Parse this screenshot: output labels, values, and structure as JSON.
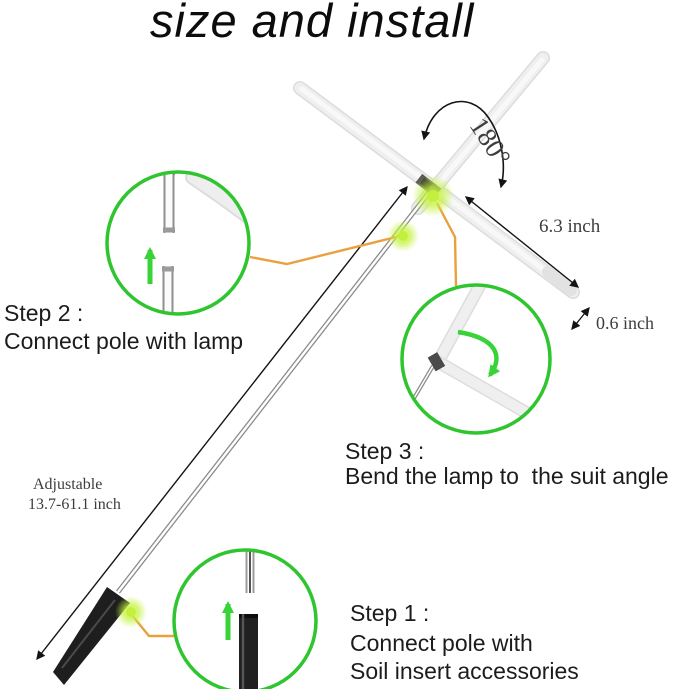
{
  "title": "size and install",
  "annotations": {
    "rotation_angle": "180°",
    "lamp_length": "6.3 inch",
    "lamp_width": "0.6 inch",
    "pole_adjustable_line1": "Adjustable",
    "pole_adjustable_line2": "13.7-61.1 inch"
  },
  "steps": {
    "step1": {
      "label": "Step 1 :",
      "line1": "Connect pole with",
      "line2": "Soil insert accessories"
    },
    "step2": {
      "label": "Step 2 :",
      "line1": "Connect pole with lamp"
    },
    "step3": {
      "label": "Step 3 :",
      "line1": "Bend the lamp to  the suit angle"
    }
  },
  "colors": {
    "circle_green": "#2fc52f",
    "arrow_green": "#37d337",
    "connector_orange": "#e9a13e",
    "glow_green": "#c8f244",
    "arrow_black": "#141414"
  }
}
